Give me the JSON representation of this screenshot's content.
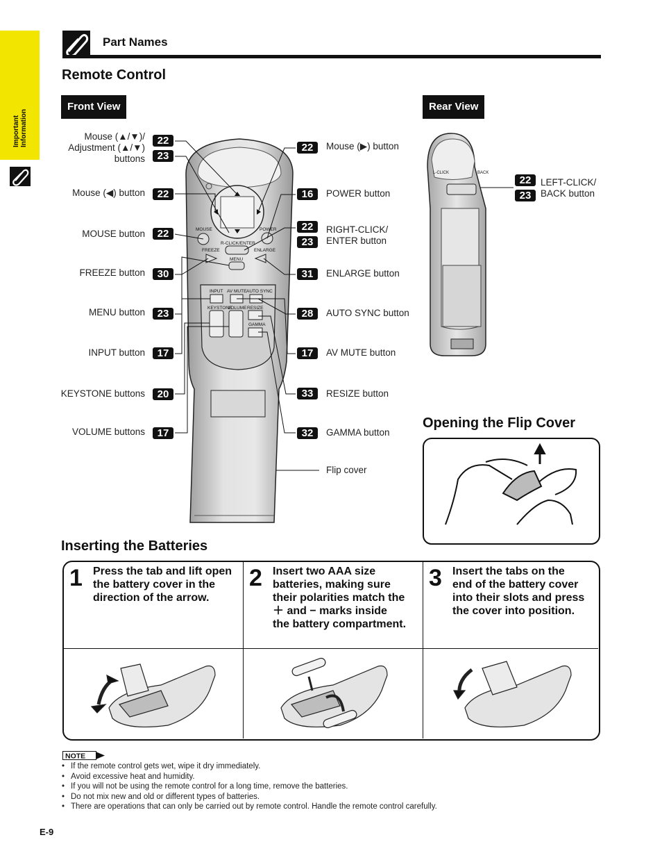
{
  "side_tab": {
    "text": "Important Information"
  },
  "header": {
    "title": "Part Names"
  },
  "remote_control": {
    "title": "Remote Control",
    "front_view": "Front View",
    "rear_view": "Rear View",
    "left_callouts": [
      {
        "label": "Mouse (▲/▼)/\nAdjustment (▲/▼)\nbuttons",
        "pages": [
          "22",
          "23"
        ]
      },
      {
        "label": "Mouse (◀) button",
        "pages": [
          "22"
        ]
      },
      {
        "label": "MOUSE button",
        "pages": [
          "22"
        ]
      },
      {
        "label": "FREEZE button",
        "pages": [
          "30"
        ]
      },
      {
        "label": "MENU button",
        "pages": [
          "23"
        ]
      },
      {
        "label": "INPUT button",
        "pages": [
          "17"
        ]
      },
      {
        "label": "KEYSTONE buttons",
        "pages": [
          "20"
        ]
      },
      {
        "label": "VOLUME buttons",
        "pages": [
          "17"
        ]
      }
    ],
    "right_callouts": [
      {
        "label": "Mouse (▶) button",
        "pages": [
          "22"
        ]
      },
      {
        "label": "POWER button",
        "pages": [
          "16"
        ]
      },
      {
        "label": "RIGHT-CLICK/\nENTER button",
        "pages": [
          "22",
          "23"
        ]
      },
      {
        "label": "ENLARGE button",
        "pages": [
          "31"
        ]
      },
      {
        "label": "AUTO SYNC button",
        "pages": [
          "28"
        ]
      },
      {
        "label": "AV MUTE button",
        "pages": [
          "17"
        ]
      },
      {
        "label": "RESIZE button",
        "pages": [
          "33"
        ]
      },
      {
        "label": "GAMMA button",
        "pages": [
          "32"
        ]
      },
      {
        "label": "Flip cover",
        "pages": []
      }
    ],
    "rear_callout": {
      "label": "LEFT-CLICK/\nBACK button",
      "pages": [
        "22",
        "23"
      ]
    },
    "remote_text": {
      "mouse": "MOUSE",
      "power": "POWER",
      "rclick": "R-CLICK/ENTER",
      "freeze": "FREEZE",
      "enlarge": "ENLARGE",
      "menu": "MENU",
      "input": "INPUT",
      "avmute": "AV MUTE",
      "autosync": "AUTO SYNC",
      "keystone": "KEYSTONE",
      "volume": "VOLUME",
      "resize": "RESIZE",
      "gamma": "GAMMA",
      "lclick": "L-CLICK",
      "back": "BACK"
    }
  },
  "flip_cover": {
    "title": "Opening the Flip Cover"
  },
  "batteries": {
    "title": "Inserting the Batteries",
    "steps": [
      {
        "num": "1",
        "text": "Press the tab and lift open\nthe battery cover in the\ndirection of the arrow."
      },
      {
        "num": "2",
        "text": "Insert two AAA size\nbatteries, making sure\ntheir polarities match the\n＋ and − marks inside\nthe battery compartment."
      },
      {
        "num": "3",
        "text": "Insert the tabs on the\nend of the battery cover\ninto their slots and press\nthe cover into position."
      }
    ]
  },
  "note": {
    "label": "NOTE",
    "items": [
      "If the remote control gets wet, wipe it dry immediately.",
      "Avoid excessive heat and humidity.",
      "If you will not be using the remote control for a long time, remove the batteries.",
      "Do not mix new and old or different types of batteries.",
      "There are operations that can only be carried out by remote control. Handle the remote control carefully."
    ]
  },
  "page_number": "E-9"
}
